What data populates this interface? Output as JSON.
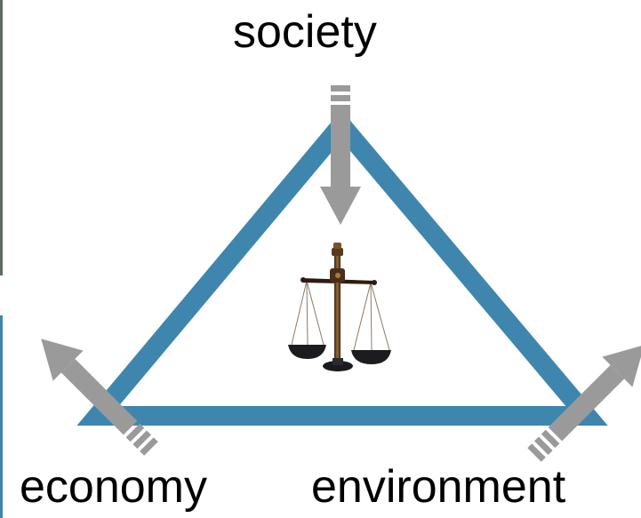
{
  "labels": {
    "top": "society",
    "bottom_left": "economy",
    "bottom_right": "environment"
  },
  "center_icon": "balance-scale-icon",
  "colors": {
    "triangle": "#3e86ad",
    "arrow": "#9a9a9a",
    "text": "#000000",
    "edge_strip": "#3e86ad"
  }
}
